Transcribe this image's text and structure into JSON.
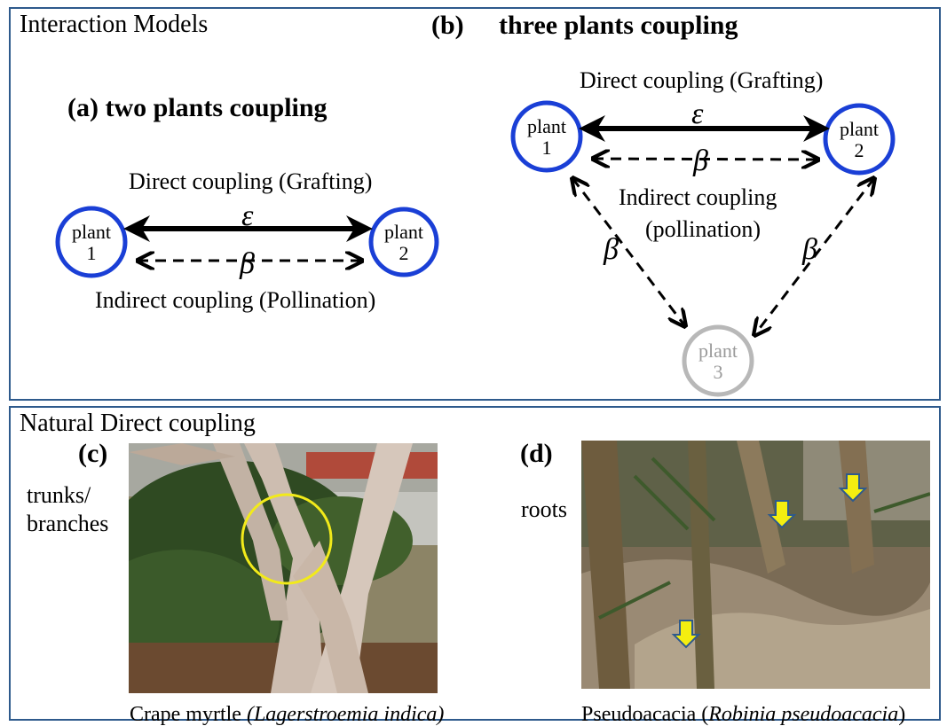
{
  "top": {
    "title": "Interaction Models",
    "panel_a": {
      "heading": "(a) two plants coupling",
      "direct_label": "Direct coupling (Grafting)",
      "indirect_label": "Indirect coupling (Pollination)",
      "epsilon": "ε",
      "beta": "β",
      "plant1": [
        "plant",
        "1"
      ],
      "plant2": [
        "plant",
        "2"
      ]
    },
    "panel_b": {
      "heading_letter": "(b)",
      "heading_text": "three plants coupling",
      "direct_label": "Direct coupling (Grafting)",
      "indirect_label_1": "Indirect coupling",
      "indirect_label_2": "(pollination)",
      "epsilon": "ε",
      "beta": "β",
      "plant1": [
        "plant",
        "1"
      ],
      "plant2": [
        "plant",
        "2"
      ],
      "plant3": [
        "plant",
        "3"
      ]
    }
  },
  "bottom": {
    "title": "Natural Direct coupling",
    "panel_c": {
      "letter": "(c)",
      "side_label_1": "trunks/",
      "side_label_2": "branches",
      "caption_plain": "Crape myrtle ",
      "caption_italic": "(Lagerstroemia indica)"
    },
    "panel_d": {
      "letter": "(d)",
      "side_label": "roots",
      "caption_plain": "Pseudoacacia (",
      "caption_italic": "Robinia pseudoacacia",
      "caption_end": ")"
    }
  },
  "colors": {
    "frame": "#2e5a8c",
    "plant_circle": "#1a3fd6",
    "plant3_circle": "#b8b8b8",
    "highlight_circle": "#f2ea1a",
    "arrow_marker": "#f4ee10"
  }
}
